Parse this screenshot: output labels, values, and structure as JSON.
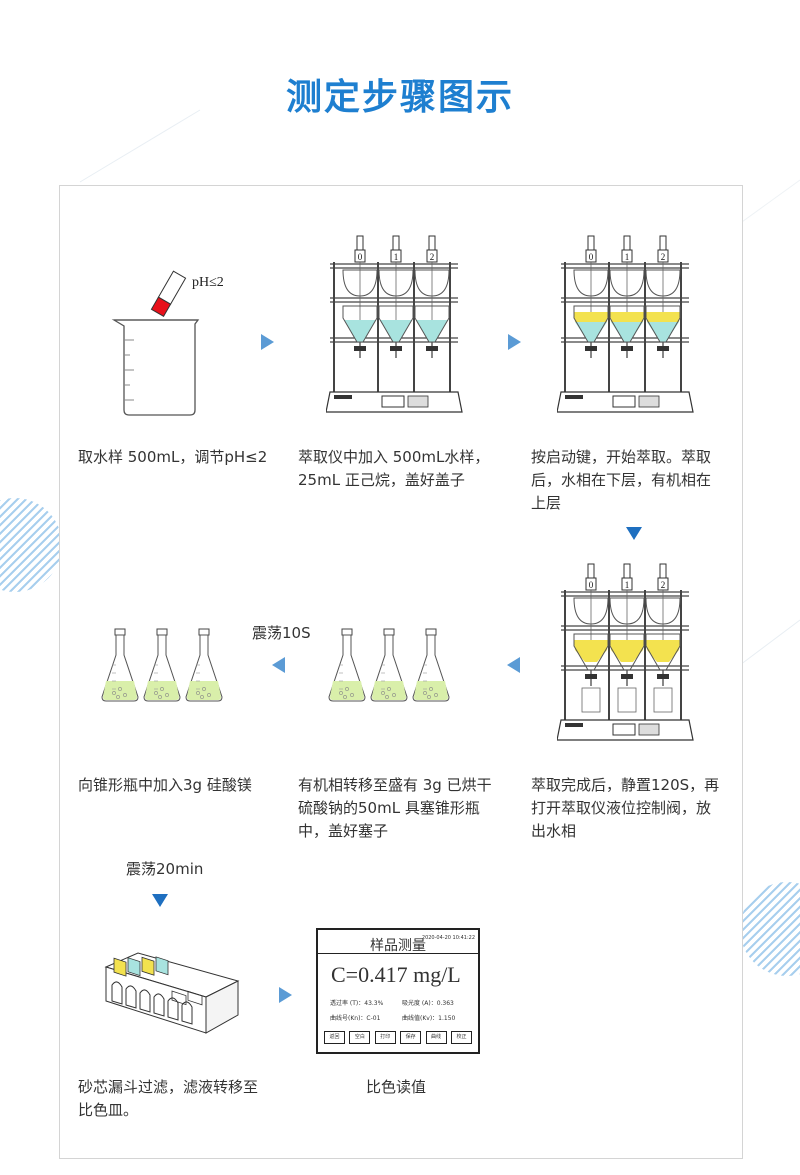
{
  "title": "测定步骤图示",
  "steps": [
    {
      "caption": "取水样 500mL，调节pH≤2",
      "image_label": "pH≤2"
    },
    {
      "caption_lines": [
        "萃取仪中加入 500mL水样，",
        "25mL 正己烷，盖好盖子"
      ]
    },
    {
      "caption_lines": [
        "按启动键，开始萃取。萃取",
        "后，水相在下层，有机相在",
        "上层"
      ]
    },
    {
      "caption_lines": [
        "萃取完成后，静置120S，再",
        "打开萃取仪液位控制阀，放",
        "出水相"
      ]
    },
    {
      "caption_lines": [
        "有机相转移至盛有 3g 已烘干",
        "硫酸钠的50mL 具塞锥形瓶",
        "中，盖好塞子"
      ]
    },
    {
      "caption": "向锥形瓶中加入3g 硅酸镁",
      "label": "震荡10S"
    },
    {
      "caption_lines": [
        "砂芯漏斗过滤，滤液转移至",
        "比色皿。"
      ],
      "label_above": "震荡20min"
    },
    {
      "caption": "比色读值"
    }
  ],
  "funnel_numbers": [
    "0",
    "1",
    "2"
  ],
  "display": {
    "title": "样品测量",
    "datetime": "2020-04-20 10:41:22",
    "reading": "C=0.417 mg/L",
    "row1_left": "透过率 (T)：43.3%",
    "row1_right": "吸光度 (A)：0.363",
    "row2_left": "曲线号(Kn)：C-01",
    "row2_right": "曲线值(Kv)：1.150",
    "buttons": [
      "返回",
      "空白",
      "打印",
      "保存",
      "曲线",
      "校正"
    ]
  },
  "colors": {
    "title": "#1e7fd0",
    "arrow": "#5b9bd5",
    "water": "#a8e3df",
    "organic": "#f3e24f",
    "flask_liquid": "#d9efaa"
  }
}
